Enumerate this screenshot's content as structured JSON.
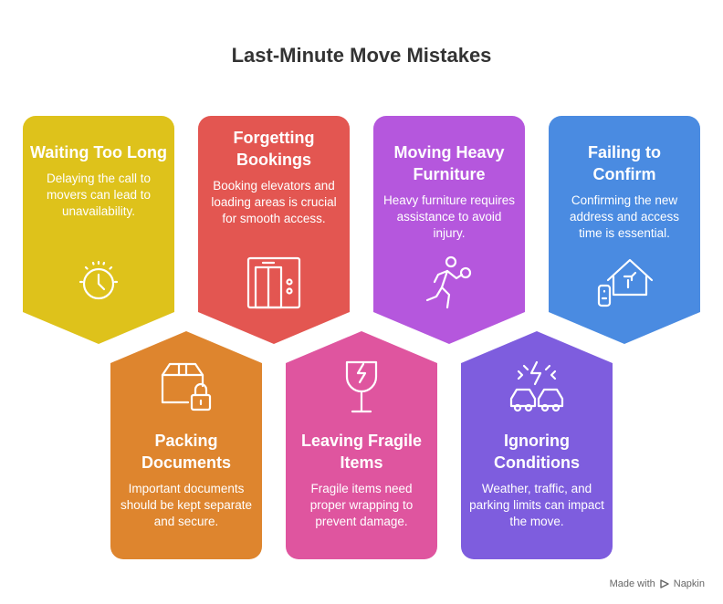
{
  "title": "Last-Minute Move Mistakes",
  "cards": [
    {
      "title": "Waiting Too Long",
      "text": "Delaying the call to movers can lead to unavailability.",
      "color": "#DEC21B",
      "icon": "clock-icon"
    },
    {
      "title": "Forgetting Bookings",
      "text": "Booking elevators and loading areas is crucial for smooth access.",
      "color": "#E35651",
      "icon": "elevator-icon"
    },
    {
      "title": "Moving Heavy Furniture",
      "text": "Heavy furniture requires assistance to avoid injury.",
      "color": "#B557DD",
      "icon": "person-lifting-icon"
    },
    {
      "title": "Failing to Confirm",
      "text": "Confirming the new address and access time is essential.",
      "color": "#4A8BE1",
      "icon": "smart-home-icon"
    },
    {
      "title": "Packing Documents",
      "text": "Important documents should be kept separate and secure.",
      "color": "#DE852E",
      "icon": "locked-box-icon"
    },
    {
      "title": "Leaving Fragile Items",
      "text": "Fragile items need proper wrapping to prevent damage.",
      "color": "#DF559F",
      "icon": "broken-glass-icon"
    },
    {
      "title": "Ignoring Conditions",
      "text": "Weather, traffic, and parking limits can impact the move.",
      "color": "#7E5DDE",
      "icon": "car-crash-icon"
    }
  ],
  "footer": {
    "prefix": "Made with",
    "brand": "Napkin"
  }
}
